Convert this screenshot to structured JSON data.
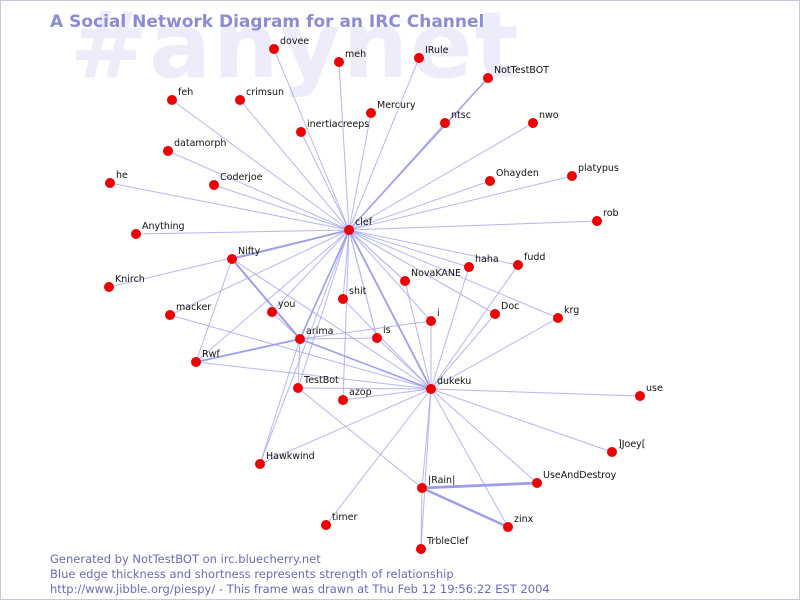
{
  "watermark": "#anynet",
  "title": "A Social Network Diagram for an IRC Channel",
  "footer": {
    "line1": "Generated by NotTestBOT on irc.bluecherry.net",
    "line2": "Blue edge thickness and shortness represents strength of relationship",
    "line3": "http://www.jibble.org/piespy/ - This frame was drawn at Thu Feb 12 19:56:22 EST 2004"
  },
  "colors": {
    "node": "#ee0000",
    "edge": "#9d9dee",
    "title": "#8b8bd6",
    "watermark": "#ececfb"
  },
  "nodes": [
    "clef",
    "dukeku",
    "arima",
    "Nifty",
    "Rwf",
    "is",
    "i",
    "|Rain|",
    "UseAndDestroy",
    "zinx",
    "TrbleClef",
    "timer",
    "Hawkwind",
    "TestBot",
    "azop",
    "shit",
    "you",
    "macker",
    "Knirch",
    "Anything",
    "he",
    "Coderjoe",
    "datamorph",
    "feh",
    "crimsun",
    "dovee",
    "meh",
    "IRule",
    "NotTestBOT",
    "nwo",
    "ntsc",
    "Mercury",
    "inertiacreeps",
    "Ohayden",
    "platypus",
    "rob",
    "fudd",
    "haha",
    "NovaKANE",
    "Doc",
    "krg",
    "use",
    "]Joey["
  ],
  "edges": [
    [
      "clef",
      "dukeku",
      1.8
    ],
    [
      "clef",
      "arima",
      1.6
    ],
    [
      "clef",
      "Nifty",
      1.8
    ],
    [
      "clef",
      "is",
      1.2
    ],
    [
      "clef",
      "NovaKANE",
      1.2
    ],
    [
      "clef",
      "Doc",
      1.1
    ],
    [
      "clef",
      "krg",
      1.0
    ],
    [
      "clef",
      "haha",
      1.0
    ],
    [
      "clef",
      "fudd",
      1.0
    ],
    [
      "clef",
      "rob",
      1.0
    ],
    [
      "clef",
      "platypus",
      1.0
    ],
    [
      "clef",
      "Ohayden",
      1.0
    ],
    [
      "clef",
      "nwo",
      1.0
    ],
    [
      "clef",
      "NotTestBOT",
      1.5
    ],
    [
      "clef",
      "ntsc",
      1.0
    ],
    [
      "clef",
      "IRule",
      1.0
    ],
    [
      "clef",
      "Mercury",
      1.0
    ],
    [
      "clef",
      "meh",
      1.0
    ],
    [
      "clef",
      "dovee",
      1.0
    ],
    [
      "clef",
      "inertiacreeps",
      1.0
    ],
    [
      "clef",
      "crimsun",
      1.0
    ],
    [
      "clef",
      "feh",
      1.0
    ],
    [
      "clef",
      "datamorph",
      1.0
    ],
    [
      "clef",
      "Coderjoe",
      1.0
    ],
    [
      "clef",
      "he",
      1.0
    ],
    [
      "clef",
      "Anything",
      1.0
    ],
    [
      "clef",
      "Knirch",
      1.0
    ],
    [
      "clef",
      "macker",
      1.0
    ],
    [
      "clef",
      "Rwf",
      1.0
    ],
    [
      "clef",
      "TestBot",
      1.0
    ],
    [
      "clef",
      "azop",
      1.0
    ],
    [
      "clef",
      "shit",
      1.0
    ],
    [
      "clef",
      "you",
      1.0
    ],
    [
      "clef",
      "Hawkwind",
      1.0
    ],
    [
      "clef",
      "i",
      1.0
    ],
    [
      "dukeku",
      "arima",
      1.6
    ],
    [
      "dukeku",
      "Nifty",
      1.0
    ],
    [
      "dukeku",
      "is",
      1.0
    ],
    [
      "dukeku",
      "i",
      1.0
    ],
    [
      "dukeku",
      "|Rain|",
      1.0
    ],
    [
      "dukeku",
      "UseAndDestroy",
      1.0
    ],
    [
      "dukeku",
      "zinx",
      1.0
    ],
    [
      "dukeku",
      "TrbleClef",
      1.0
    ],
    [
      "dukeku",
      "timer",
      1.0
    ],
    [
      "dukeku",
      "use",
      1.0
    ],
    [
      "dukeku",
      "]Joey[",
      1.0
    ],
    [
      "dukeku",
      "azop",
      1.0
    ],
    [
      "dukeku",
      "TestBot",
      1.0
    ],
    [
      "dukeku",
      "shit",
      1.0
    ],
    [
      "dukeku",
      "macker",
      1.0
    ],
    [
      "dukeku",
      "Doc",
      1.0
    ],
    [
      "dukeku",
      "krg",
      1.0
    ],
    [
      "dukeku",
      "NovaKANE",
      1.0
    ],
    [
      "dukeku",
      "haha",
      1.0
    ],
    [
      "dukeku",
      "fudd",
      1.0
    ],
    [
      "dukeku",
      "Rwf",
      1.0
    ],
    [
      "dukeku",
      "Hawkwind",
      1.0
    ],
    [
      "arima",
      "Nifty",
      2.0
    ],
    [
      "arima",
      "Rwf",
      1.8
    ],
    [
      "arima",
      "is",
      1.0
    ],
    [
      "arima",
      "i",
      1.0
    ],
    [
      "arima",
      "you",
      1.0
    ],
    [
      "arima",
      "Hawkwind",
      1.0
    ],
    [
      "arima",
      "TestBot",
      1.0
    ],
    [
      "|Rain|",
      "UseAndDestroy",
      2.8
    ],
    [
      "|Rain|",
      "zinx",
      2.4
    ],
    [
      "|Rain|",
      "TrbleClef",
      1.0
    ],
    [
      "|Rain|",
      "TestBot",
      1.0
    ],
    [
      "Rwf",
      "Nifty",
      1.0
    ]
  ]
}
